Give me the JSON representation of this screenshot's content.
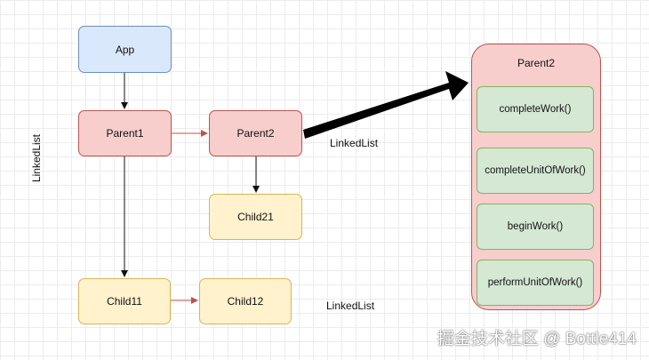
{
  "nodes": {
    "app": "App",
    "parent1": "Parent1",
    "parent2": "Parent2",
    "child21": "Child21",
    "child11": "Child11",
    "child12": "Child12"
  },
  "container": {
    "title": "Parent2",
    "items": [
      "completeWork()",
      "completeUnitOfWork()",
      "beginWork()",
      "performUnitOfWork()"
    ]
  },
  "labels": {
    "vertical": "LinkedList",
    "middle": "LinkedList",
    "bottom": "LinkedList"
  },
  "watermark": "掘金技术社区 @ Bottle414",
  "colors": {
    "blue_fill": "#dae8fc",
    "blue_stroke": "#6c8ebf",
    "red_fill": "#f8cecc",
    "red_stroke": "#b85450",
    "yellow_fill": "#fff2cc",
    "yellow_stroke": "#d6b656",
    "green_fill": "#d5e8d4",
    "green_stroke": "#82b366"
  }
}
